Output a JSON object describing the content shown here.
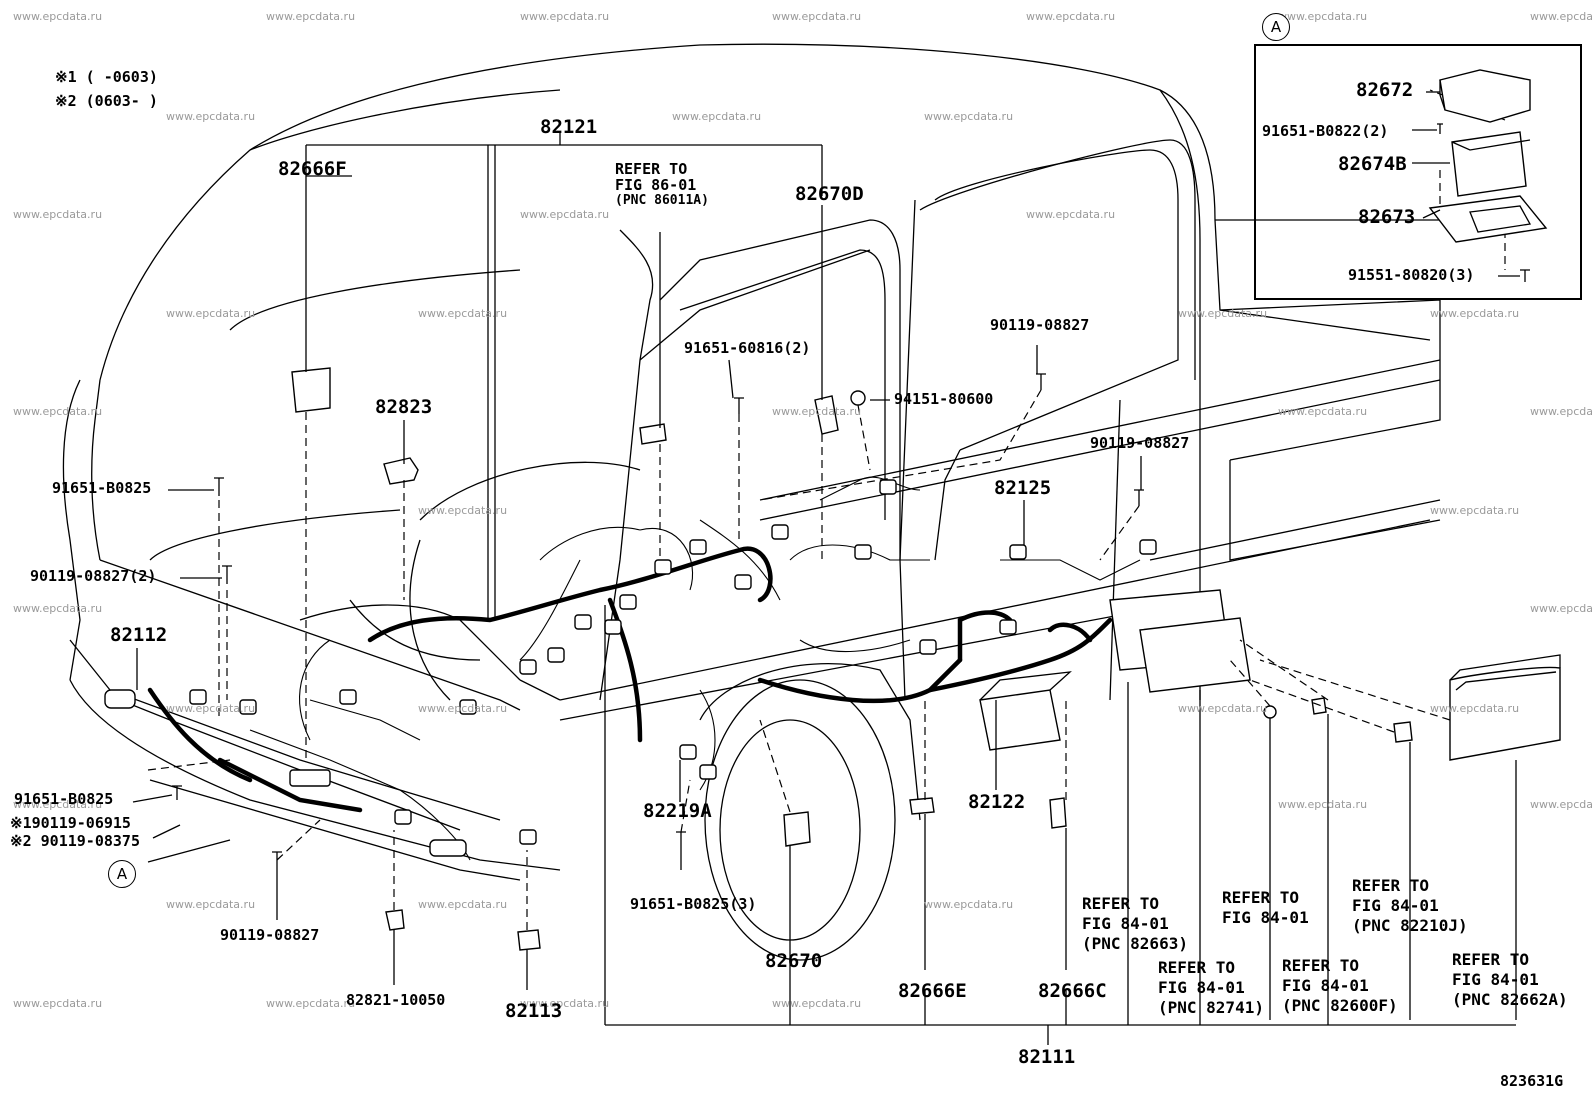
{
  "notes": {
    "note1": "※1 (      -0603)",
    "note2": "※2 (0603-      )"
  },
  "figure_code": "823631G",
  "inset_marker": "A",
  "callout_marker": "A",
  "watermark": "www.epcdata.ru",
  "parts": {
    "p82121": "82121",
    "p82666F": "82666F",
    "p82670D": "82670D",
    "p82823": "82823",
    "p91651_B0825_a": "91651-B0825",
    "p90119_08827_2": "90119-08827(2)",
    "p82112": "82112",
    "p91651_B0825_b": "91651-B0825",
    "p90119_06915": "※190119-06915",
    "p90119_08375": "※2 90119-08375",
    "p90119_08827_b": "90119-08827",
    "p82821_10050": "82821-10050",
    "p82113": "82113",
    "p91651_60816": "91651-60816(2)",
    "p94151_80600": "94151-80600",
    "p90119_08827_c": "90119-08827",
    "p90119_08827_d": "90119-08827",
    "p82125": "82125",
    "p82219A": "82219A",
    "p91651_B0825_3": "91651-B0825(3)",
    "p82670": "82670",
    "p82122": "82122",
    "p82666E": "82666E",
    "p82666C": "82666C",
    "p82111": "82111",
    "p82672": "82672",
    "p91651_B0822": "91651-B0822(2)",
    "p82674B": "82674B",
    "p82673": "82673",
    "p91551_80820": "91551-80820(3)"
  },
  "refs": {
    "fig86": {
      "l1": "REFER TO",
      "l2": "FIG 86-01",
      "l3": "(PNC 86011A)"
    },
    "r82663": {
      "l1": "REFER TO",
      "l2": "FIG 84-01",
      "l3": "(PNC 82663)"
    },
    "r84_01": {
      "l1": "REFER TO",
      "l2": "FIG 84-01"
    },
    "r82210J": {
      "l1": "REFER TO",
      "l2": "FIG 84-01",
      "l3": "(PNC 82210J)"
    },
    "r82741": {
      "l1": "REFER TO",
      "l2": "FIG 84-01",
      "l3": "(PNC 82741)"
    },
    "r82600F": {
      "l1": "REFER TO",
      "l2": "FIG 84-01",
      "l3": "(PNC 82600F)"
    },
    "r82662A": {
      "l1": "REFER TO",
      "l2": "FIG 84-01",
      "l3": "(PNC 82662A)"
    }
  }
}
